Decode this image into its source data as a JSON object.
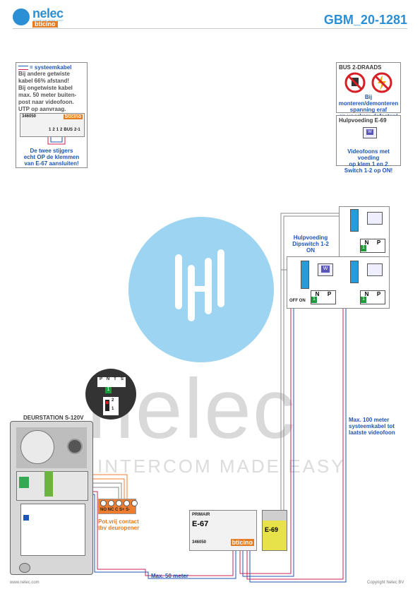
{
  "header": {
    "brand": "nelec",
    "tagline": "INTERCOM MADE EASY",
    "partner": "bticino",
    "doc_code": "GBM_20-1281"
  },
  "note_left": {
    "legend": "= systeemkabel",
    "lines": [
      "Bij andere getwiste",
      "kabel 66% afstand!",
      "Bij ongetwiste kabel",
      "max. 50 meter buiten-",
      "post naar videofoon.",
      "UTP op aanvraag."
    ],
    "device_code": "346050",
    "device_brand": "bticino",
    "terminals": [
      "1",
      "2",
      "1",
      "2",
      "BUS",
      "2-1"
    ],
    "footer_lines": [
      "De twee stijgers",
      "echt OP de klemmen",
      "van E-67 aansluiten!"
    ]
  },
  "note_right": {
    "title": "BUS 2-DRAADS",
    "warning_lines": [
      "Bij monteren/demonteren",
      "spanning eraf",
      "en voorkom defecten!"
    ],
    "aux_title": "Hulpvoeding E-69",
    "aux_icon": "W",
    "aux_lines": [
      "Videofoons met voeding",
      "op klem 1 en 2",
      "Switch 1-2 op ON!"
    ]
  },
  "labels": {
    "aux_power": [
      "Hulpvoeding",
      "Dipswitch 1-2",
      "ON"
    ],
    "door_station": "DEURSTATION S-120V",
    "contact_terminals": "NO NC C S+ S-",
    "contact_desc": [
      "Pot.vrij contact",
      "tbv deuropener"
    ],
    "max_100": [
      "Max. 100 meter",
      "systeemkabel tot",
      "laatste videofoon"
    ],
    "max_50": "Max. 50 meter",
    "e67_top": "PRIMAIR",
    "e67_name": "E-67",
    "e67_code": "346050",
    "e67_brand": "bticino",
    "e69_name": "E-69",
    "dip_labels": [
      "P",
      "N",
      "T",
      "S"
    ],
    "dip_value": "1",
    "switch_labels": [
      "2",
      "1"
    ],
    "np_labels": [
      "N",
      "P"
    ],
    "np_value": "1",
    "off_on": "OFF ON"
  },
  "watermark": {
    "word": "nelec",
    "tag": "INTERCOM MADE EASY"
  },
  "footer": {
    "website": "www.nelec.com",
    "copyright": "Copyright Nelec BV"
  },
  "colors": {
    "brand_blue": "#2b8fd6",
    "note_blue": "#1f56b5",
    "bticino_orange": "#e37c23",
    "e69_yellow": "#e8e24a",
    "terminal_green": "#1f9a3b",
    "contact_orange": "#ef7d2f",
    "warning_red": "#d61f26"
  }
}
